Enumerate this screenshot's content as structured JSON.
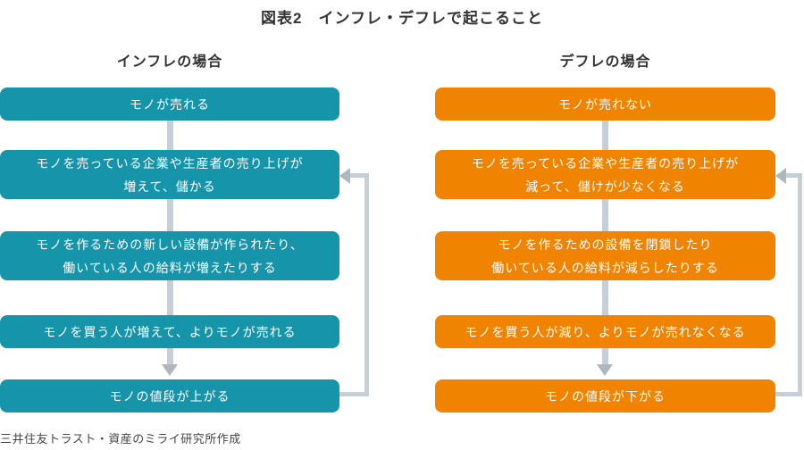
{
  "title": "図表2　インフレ・デフレで起こること",
  "footer": "三井住友トラスト・資産のミライ研究所作成",
  "colors": {
    "inflation_box": "#1594aa",
    "deflation_box": "#f08300",
    "connector_line": "#c6cfd5",
    "arrowhead": "#aeb7bd",
    "text_dark": "#333333",
    "box_text": "#ffffff"
  },
  "columns": [
    {
      "id": "inflation",
      "header": "インフレの場合",
      "boxes": [
        {
          "text": "モノが売れる"
        },
        {
          "text": "モノを売っている企業や生産者の売り上げが\n増えて、儲かる"
        },
        {
          "text": "モノを作るための新しい設備が作られたり、\n働いている人の給料が増えたりする"
        },
        {
          "text": "モノを買う人が増えて、よりモノが売れる"
        },
        {
          "text": "モノの値段が上がる"
        }
      ],
      "loop_note": "feedback arrow from last box back into second box"
    },
    {
      "id": "deflation",
      "header": "デフレの場合",
      "boxes": [
        {
          "text": "モノが売れない"
        },
        {
          "text": "モノを売っている企業や生産者の売り上げが\n減って、儲けが少なくなる"
        },
        {
          "text": "モノを作るための設備を閉鎖したり\n働いている人の給料が減らしたりする"
        },
        {
          "text": "モノを買う人が減り、よりモノが売れなくなる"
        },
        {
          "text": "モノの値段が下がる"
        }
      ],
      "loop_note": "feedback arrow from last box back into second box"
    }
  ]
}
